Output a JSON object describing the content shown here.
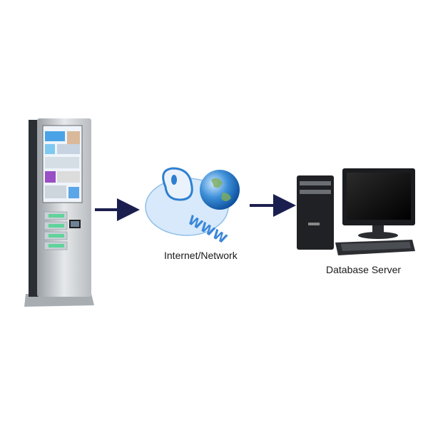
{
  "nodes": {
    "kiosk": {
      "icon": "charging-kiosk-icon"
    },
    "network": {
      "label": "Internet/Network",
      "icon": "www-globe-mouse-icon"
    },
    "server": {
      "label": "Database Server",
      "icon": "desktop-computer-icon"
    }
  },
  "edges": [
    {
      "from": "kiosk",
      "to": "network"
    },
    {
      "from": "network",
      "to": "server"
    }
  ],
  "colors": {
    "arrow": "#1b1f4f",
    "accent": "#2a7fd6"
  }
}
